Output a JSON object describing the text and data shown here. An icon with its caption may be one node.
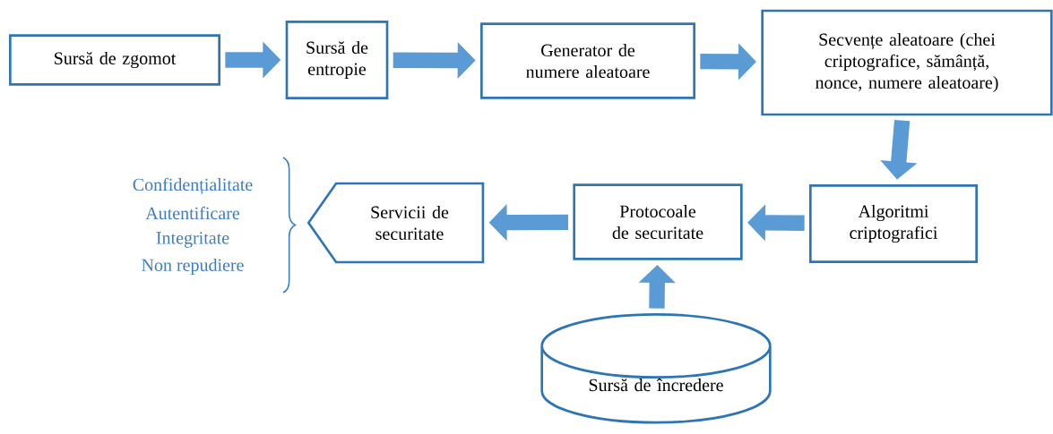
{
  "diagram": {
    "nodes": [
      {
        "text": [
          "Sursă de zgomot"
        ]
      },
      {
        "text": [
          "Sursă de entropie"
        ]
      },
      {
        "text": [
          "Generator de numere aleatoare"
        ]
      },
      {
        "text": [
          "Secvențe aleatoare (chei criptografice, sămânță, nonce, numere aleatoare)"
        ]
      },
      {
        "text": [
          "Algoritmi criptografici"
        ]
      },
      {
        "text": [
          "Protocoale de securitate"
        ]
      },
      {
        "text": [
          "Servicii de securitate"
        ]
      },
      {
        "text": [
          "Sursă de încredere"
        ]
      }
    ],
    "edges": [
      {
        "from": 0,
        "to": 1,
        "arrow": "to"
      },
      {
        "from": 1,
        "to": 2,
        "arrow": "to"
      },
      {
        "from": 2,
        "to": 3,
        "arrow": "to"
      },
      {
        "from": 3,
        "to": 4,
        "arrow": "to"
      },
      {
        "from": 4,
        "to": 5,
        "arrow": "to"
      },
      {
        "from": 5,
        "to": 6,
        "arrow": "to"
      },
      {
        "from": 7,
        "to": 5,
        "arrow": "to"
      }
    ],
    "labels": [
      "Confidențialitate",
      "Autentificare",
      "Integritate",
      "Non repudiere"
    ]
  }
}
